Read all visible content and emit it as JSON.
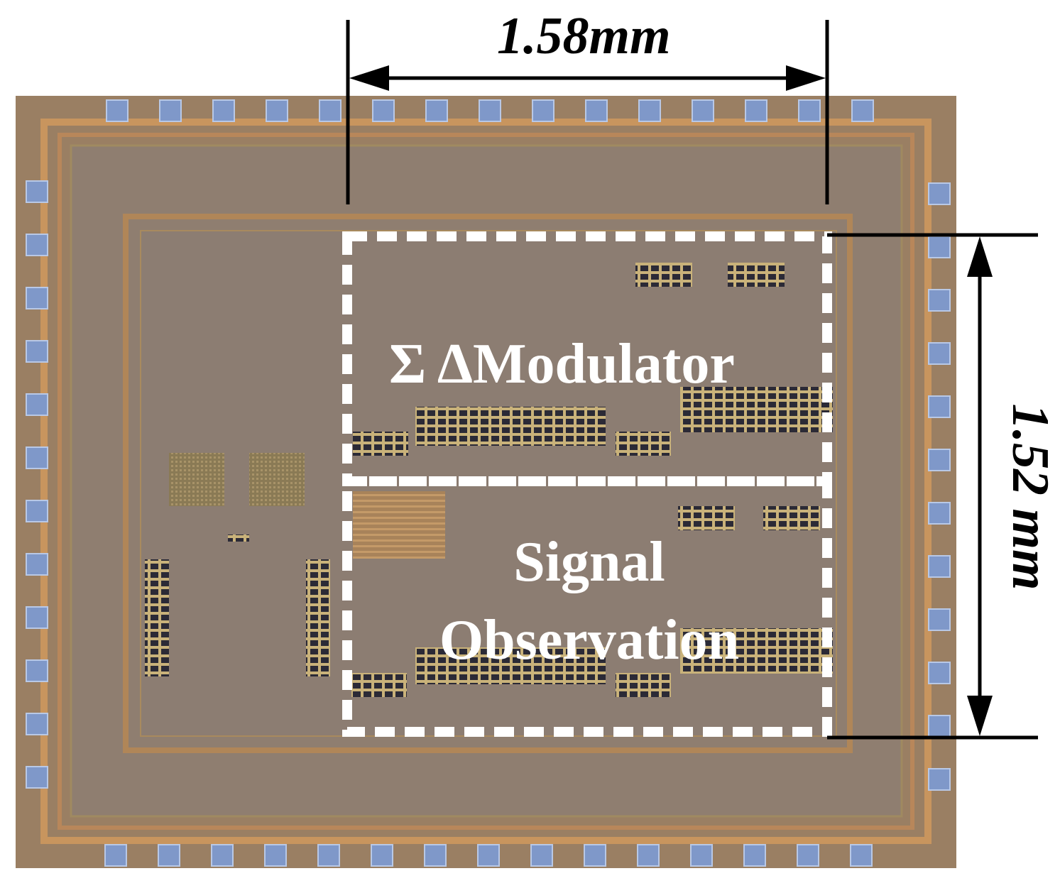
{
  "dimensions": {
    "width_label": "1.58mm",
    "height_label": "1.52 mm"
  },
  "regions": {
    "modulator_label": "Σ ΔModulator",
    "observation_label_line1": "Signal",
    "observation_label_line2": "Observation"
  },
  "colors": {
    "background": "#ffffff",
    "die_body": "#8e7c6e",
    "die_ring": "#a07a55",
    "pad": "#7f98c9",
    "dashed_box": "#ffffff",
    "dimension_line": "#000000"
  }
}
